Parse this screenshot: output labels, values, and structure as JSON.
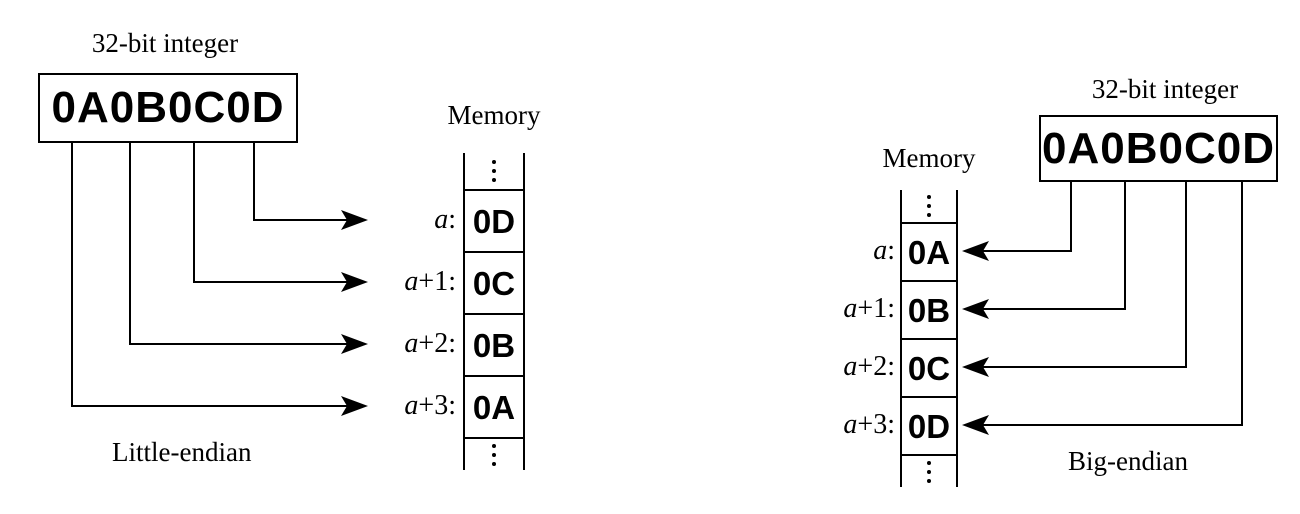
{
  "colors": {
    "background": "#ffffff",
    "line": "#000000",
    "text": "#000000"
  },
  "panels": [
    {
      "id": "little-endian",
      "integer_label": "32-bit integer",
      "integer_value": "0A0B0C0D",
      "memory_label": "Memory",
      "caption": "Little-endian",
      "rows": [
        {
          "addr_var": "a",
          "addr_suffix": ":",
          "value": "0D"
        },
        {
          "addr_var": "a",
          "addr_suffix": "+1:",
          "value": "0C"
        },
        {
          "addr_var": "a",
          "addr_suffix": "+2:",
          "value": "0B"
        },
        {
          "addr_var": "a",
          "addr_suffix": "+3:",
          "value": "0A"
        }
      ]
    },
    {
      "id": "big-endian",
      "integer_label": "32-bit integer",
      "integer_value": "0A0B0C0D",
      "memory_label": "Memory",
      "caption": "Big-endian",
      "rows": [
        {
          "addr_var": "a",
          "addr_suffix": ":",
          "value": "0A"
        },
        {
          "addr_var": "a",
          "addr_suffix": "+1:",
          "value": "0B"
        },
        {
          "addr_var": "a",
          "addr_suffix": "+2:",
          "value": "0C"
        },
        {
          "addr_var": "a",
          "addr_suffix": "+3:",
          "value": "0D"
        }
      ]
    }
  ]
}
